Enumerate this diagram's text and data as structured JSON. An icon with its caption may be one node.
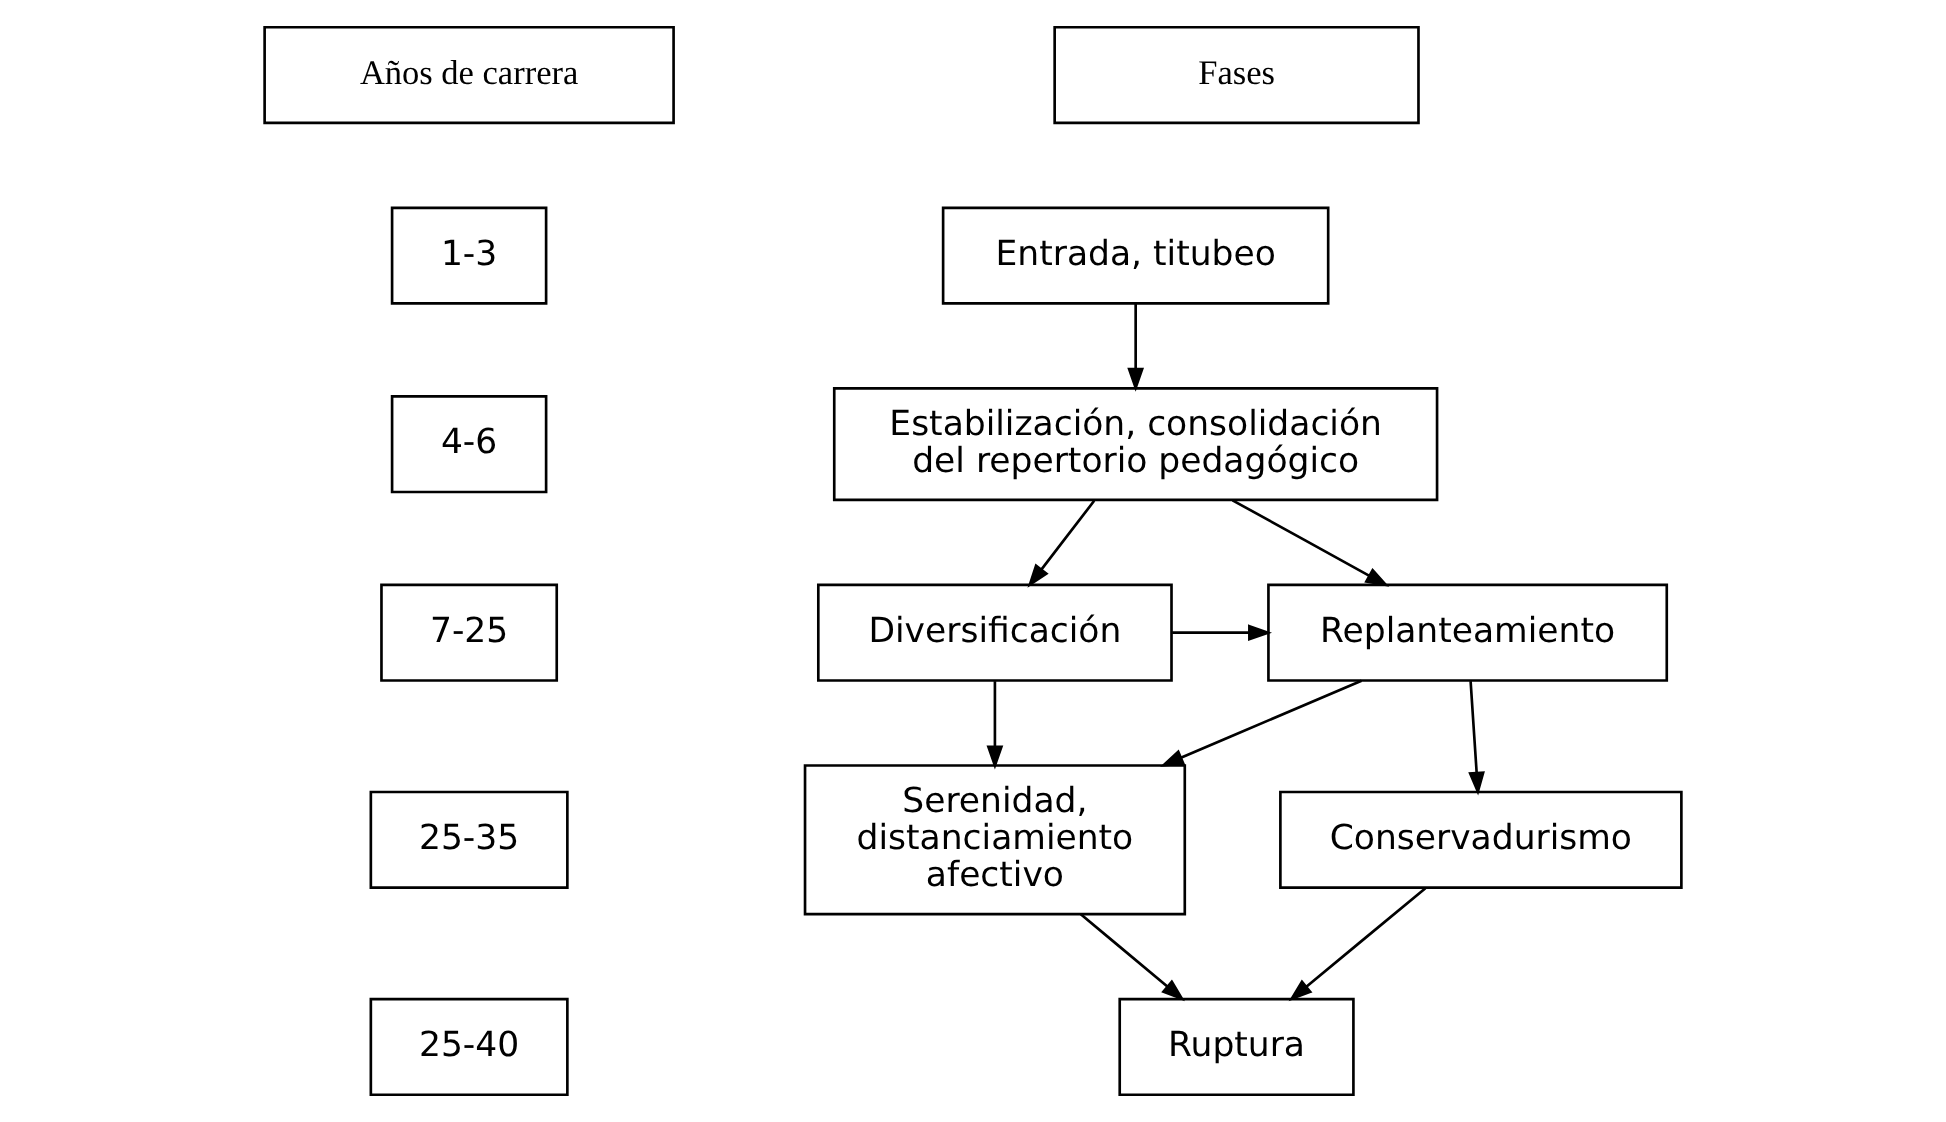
{
  "diagram": {
    "nodes": [
      {
        "text": [
          "Años de carrera"
        ]
      },
      {
        "text": [
          "1-3"
        ]
      },
      {
        "text": [
          "4-6"
        ]
      },
      {
        "text": [
          "7-25"
        ]
      },
      {
        "text": [
          "25-35"
        ]
      },
      {
        "text": [
          "25-40"
        ]
      },
      {
        "text": [
          "Fases"
        ]
      },
      {
        "text": [
          "Entrada, titubeo"
        ]
      },
      {
        "text": [
          "Estabilización, consolidación del repertorio pedagógico"
        ]
      },
      {
        "text": [
          "Diversificación"
        ]
      },
      {
        "text": [
          "Replanteamiento"
        ]
      },
      {
        "text": [
          "Serenidad, distanciamiento afectivo"
        ]
      },
      {
        "text": [
          "Conservadurismo"
        ]
      },
      {
        "text": [
          "Ruptura"
        ]
      }
    ],
    "edges": [
      {
        "from": 7,
        "to": 8,
        "arrow": "to"
      },
      {
        "from": 8,
        "to": 9,
        "arrow": "to"
      },
      {
        "from": 8,
        "to": 10,
        "arrow": "to"
      },
      {
        "from": 9,
        "to": 10,
        "arrow": "to"
      },
      {
        "from": 9,
        "to": 11,
        "arrow": "to"
      },
      {
        "from": 10,
        "to": 11,
        "arrow": "to"
      },
      {
        "from": 10,
        "to": 12,
        "arrow": "to"
      },
      {
        "from": 11,
        "to": 13,
        "arrow": "to"
      },
      {
        "from": 12,
        "to": 13,
        "arrow": "to"
      }
    ]
  }
}
